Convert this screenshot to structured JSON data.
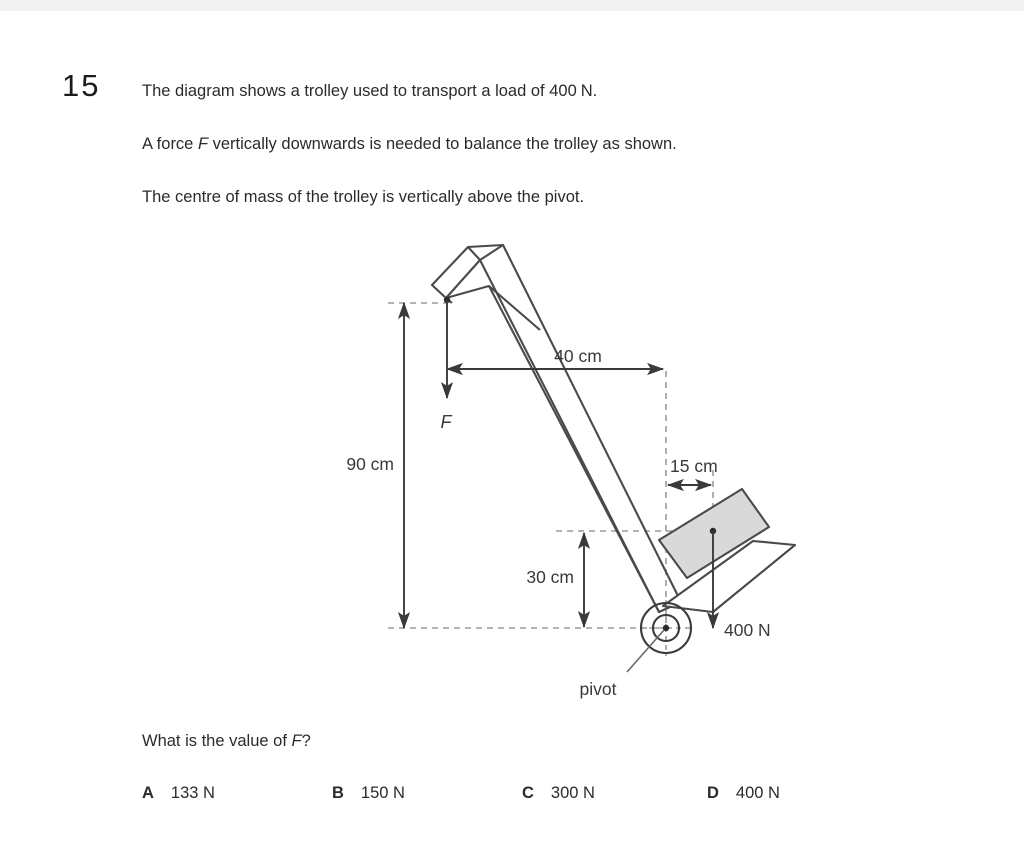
{
  "question": {
    "number": "15",
    "stem_line_1_a": "The diagram shows a trolley used to transport a load of 400",
    "stem_line_1_b": "N.",
    "stem_line_2_a": "A force ",
    "stem_line_2_f": "F",
    "stem_line_2_b": " vertically downwards is needed to balance the trolley as shown.",
    "stem_line_3": "The centre of mass of the trolley is vertically above the pivot.",
    "prompt_a": "What is the value of ",
    "prompt_f": "F",
    "prompt_b": "?"
  },
  "options": [
    {
      "letter": "A",
      "value": "133 N"
    },
    {
      "letter": "B",
      "value": "150 N"
    },
    {
      "letter": "C",
      "value": "300 N"
    },
    {
      "letter": "D",
      "value": "400 N"
    }
  ],
  "diagram": {
    "labels": {
      "dim_height_total": "90 cm",
      "dim_horizontal": "40 cm",
      "dim_load_offset": "15 cm",
      "dim_load_height": "30 cm",
      "force_f": "F",
      "load_force": "400 N",
      "pivot": "pivot"
    },
    "colors": {
      "line": "#3a3a3a",
      "dashed": "#9b9b9b",
      "load_fill": "#d9d9d9",
      "load_stroke": "#4a4a4a",
      "text": "#3a3a3a"
    }
  },
  "physics_values": {
    "load_N": 400,
    "handle_height_cm": 90,
    "handle_horizontal_distance_cm": 40,
    "load_offset_from_pivot_cm": 15,
    "load_height_above_pivot_cm": 30
  }
}
